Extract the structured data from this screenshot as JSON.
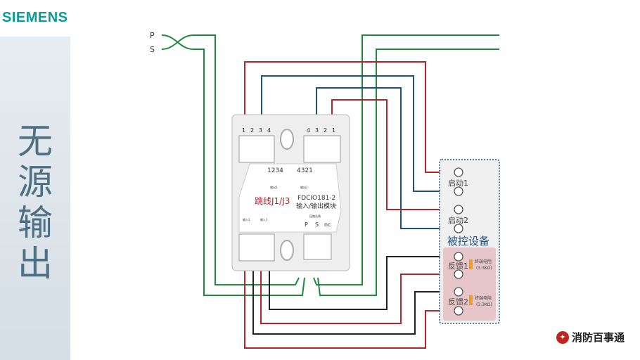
{
  "brand_logo": "SIEMENS",
  "title": "无源输出",
  "bus_labels": {
    "p": "P",
    "s": "S"
  },
  "module": {
    "top_left_terminals": [
      "1",
      "2",
      "3",
      "4"
    ],
    "top_right_terminals": [
      "4",
      "3",
      "2",
      "1"
    ],
    "jumper1_pins": "1234",
    "jumper1_label": "输出1",
    "jumper2_pins": "4321",
    "jumper2_label": "输出2",
    "jumper_note": "跳线J1/J3",
    "model": "FDCIO181-2",
    "model_desc": "输入/输出模块",
    "input2_label": "输入2",
    "input1_label": "输入1",
    "loop_bus_label": "回路总线",
    "bus_terms": [
      "P",
      "S",
      "nc"
    ]
  },
  "controlled": {
    "title": "被控设备",
    "start1": "启动1",
    "start2": "启动2",
    "feedback1": "反馈1",
    "feedback2": "反馈2",
    "resistor_label": "终端电阻",
    "resistor_value": "(3.3KΩ)"
  },
  "footer_brand": "消防百事通",
  "colors": {
    "red": "#b5232b",
    "blue": "#1f4f86",
    "green": "#1f8a3a",
    "black": "#222222",
    "accent": "#0a9a9a"
  }
}
